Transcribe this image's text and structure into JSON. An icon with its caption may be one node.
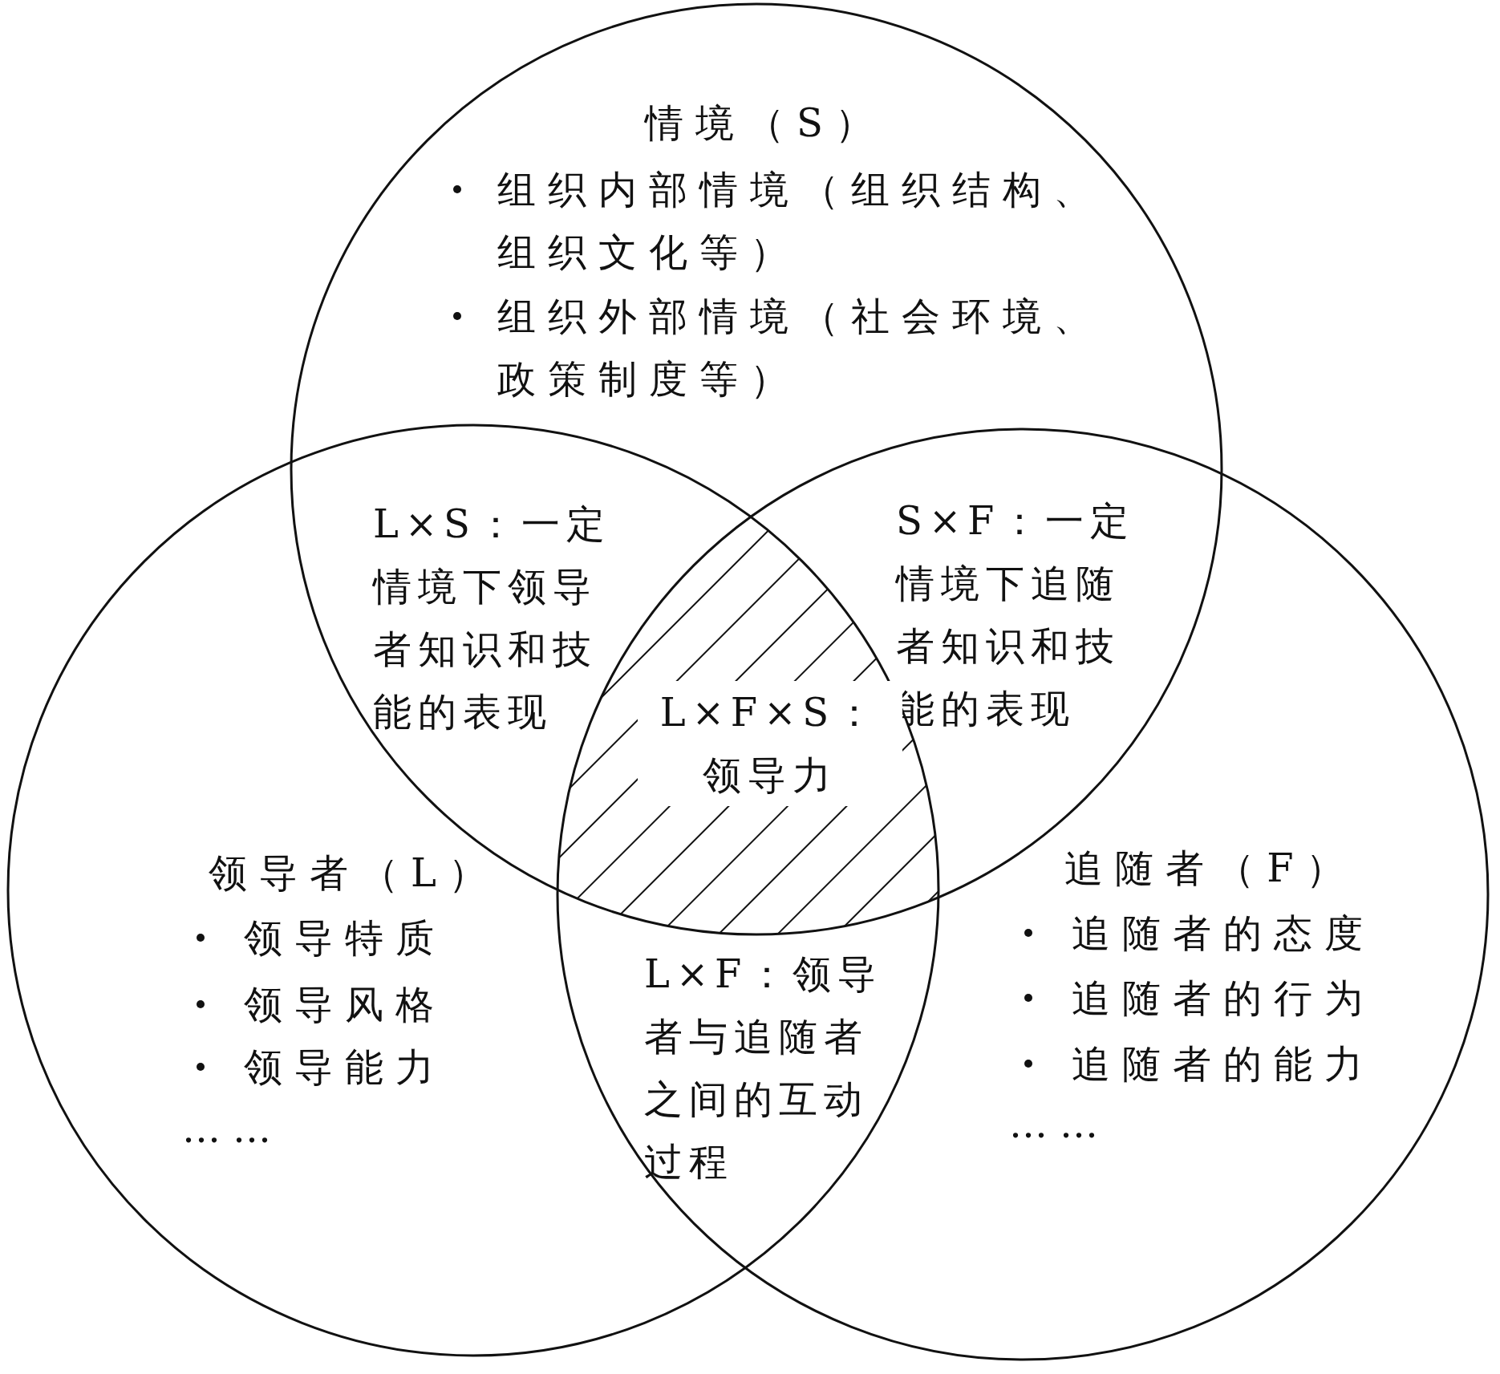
{
  "diagram": {
    "nodes": [
      {
        "text": [
          "情境（S）",
          "组织内部情境（组织结构、组织文化等）",
          "组织外部情境（社会环境、政策制度等）"
        ]
      },
      {
        "text": [
          "领导者（L）",
          "领导特质",
          "领导风格",
          "领导能力",
          "……"
        ]
      },
      {
        "text": [
          "追随者（F）",
          "追随者的态度",
          "追随者的行为",
          "追随者的能力",
          "……"
        ]
      }
    ],
    "labels": [
      "L×S：一定情境下领导者知识和技能的表现",
      "S×F：一定情境下追随者知识和技能的表现",
      "L×F×S：领导力",
      "L×F：领导者与追随者之间的互动过程"
    ]
  }
}
